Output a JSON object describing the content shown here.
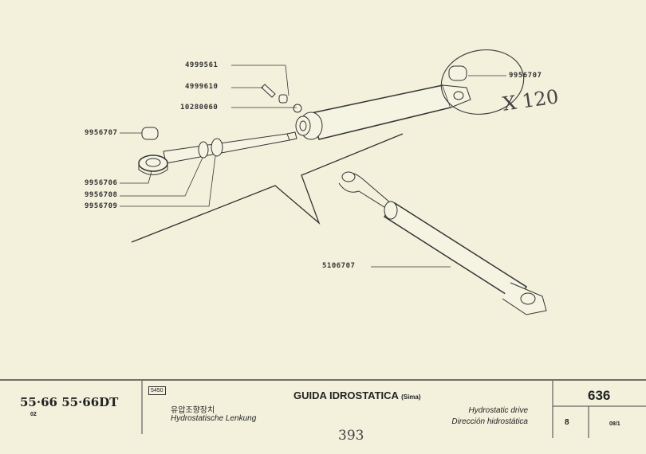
{
  "parts": [
    {
      "number": "4999561"
    },
    {
      "number": "4999610"
    },
    {
      "number": "10280060"
    },
    {
      "number": "9956707"
    },
    {
      "number": "9956706"
    },
    {
      "number": "9956708"
    },
    {
      "number": "9956709"
    },
    {
      "number": "9956707"
    },
    {
      "number": "5106707"
    }
  ],
  "annotation": "X 120",
  "footer": {
    "models": "55·66  55·66DT",
    "model_code": "02",
    "group_code": "5450",
    "title": "GUIDA IDROSTATICA",
    "title_suffix": "(Sima)",
    "korean": "유압조향장치",
    "german": "Hydrostatische Lenkung",
    "english": "Hydrostatic drive",
    "spanish": "Dirección hidrostática",
    "page": "636",
    "sheet": "8",
    "revision": "08/1",
    "handwritten": "393"
  }
}
